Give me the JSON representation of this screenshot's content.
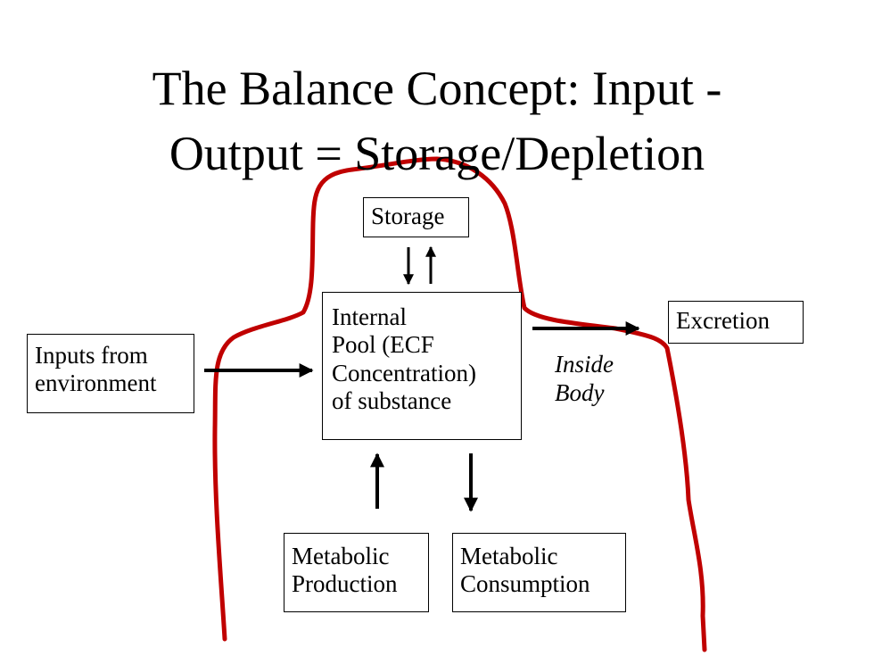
{
  "title": {
    "line1": "The Balance Concept: Input -",
    "line2": "Output = Storage/Depletion"
  },
  "nodes": {
    "storage": "Storage",
    "pool": {
      "line1": "Internal",
      "line2": "Pool (ECF",
      "line3": "Concentration)",
      "line4": "of substance"
    },
    "excretion": "Excretion",
    "inputs": {
      "line1": "Inputs from",
      "line2": "environment"
    },
    "production": {
      "line1": "Metabolic",
      "line2": "Production"
    },
    "consumption": {
      "line1": "Metabolic",
      "line2": "Consumption"
    }
  },
  "body_label": {
    "line1": "Inside",
    "line2": "Body"
  },
  "colors": {
    "boundary": "#c00000",
    "arrows": "#000000"
  }
}
